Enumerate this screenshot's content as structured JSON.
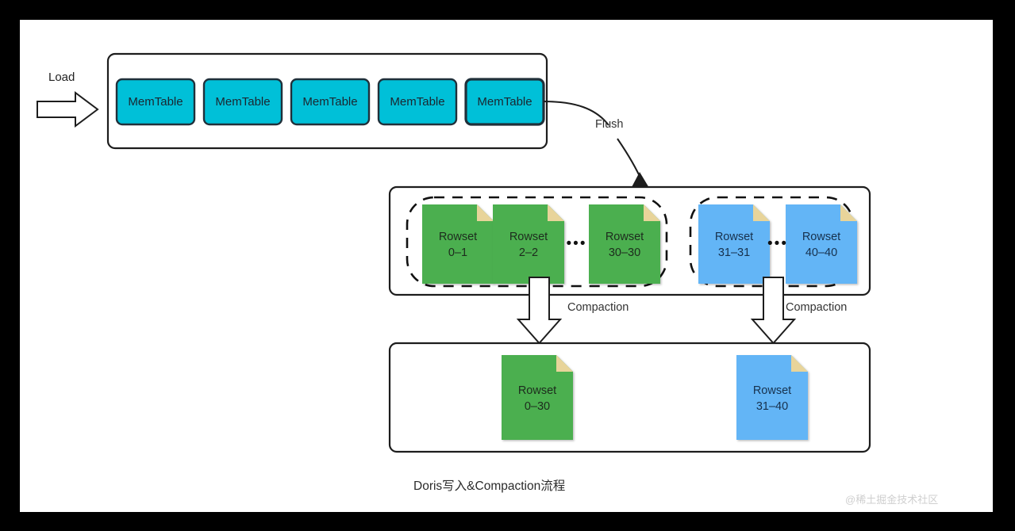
{
  "canvas": {
    "background": "#ffffff",
    "border_color": "#000000"
  },
  "colors": {
    "memtable_fill": "#00c0d8",
    "memtable_stroke": "#20303a",
    "rowset_green": "#4caf50",
    "rowset_blue": "#64b5f6",
    "fold_fill": "#e8d49a",
    "line": "#1d1d1d"
  },
  "load": {
    "label": "Load",
    "arrow_icon": "arrow-right-icon"
  },
  "memtable_group": {
    "items": [
      {
        "label": "MemTable"
      },
      {
        "label": "MemTable"
      },
      {
        "label": "MemTable"
      },
      {
        "label": "MemTable"
      },
      {
        "label": "MemTable"
      }
    ]
  },
  "flush": {
    "label": "Flush",
    "arrow_icon": "curved-arrow-down-icon"
  },
  "rowset_stage": {
    "group_green": {
      "items": [
        {
          "title": "Rowset",
          "range": "0–1"
        },
        {
          "title": "Rowset",
          "range": "2–2"
        },
        {
          "title": "Rowset",
          "range": "30–30"
        }
      ],
      "ellipsis": "•••"
    },
    "group_blue": {
      "items": [
        {
          "title": "Rowset",
          "range": "31–31"
        },
        {
          "title": "Rowset",
          "range": "40–40"
        }
      ],
      "ellipsis": "•••"
    }
  },
  "compaction": {
    "left_label": "Compaction",
    "right_label": "Compaction",
    "arrow_icon": "arrow-down-block-icon"
  },
  "result_stage": {
    "items": [
      {
        "title": "Rowset",
        "range": "0–30",
        "color": "green"
      },
      {
        "title": "Rowset",
        "range": "31–40",
        "color": "blue"
      }
    ]
  },
  "caption": {
    "text": "Doris写入&Compaction流程"
  },
  "watermark": {
    "text": "@稀土掘金技术社区"
  }
}
